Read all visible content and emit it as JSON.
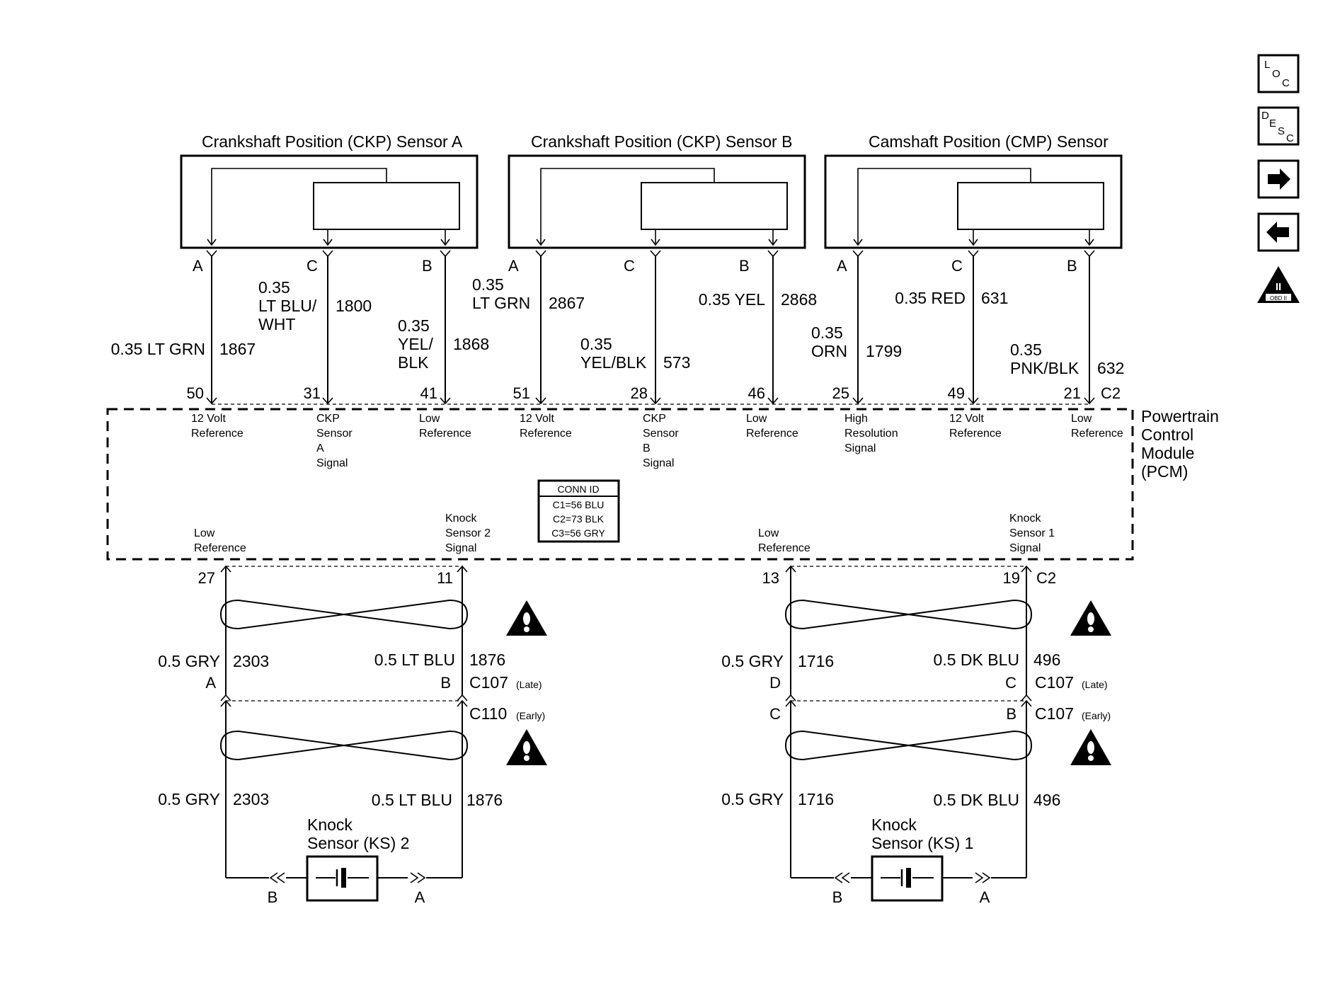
{
  "sensors": [
    {
      "id": "ckp-a",
      "title": "Crankshaft Position (CKP) Sensor A",
      "wires": [
        {
          "pin": "A",
          "gauge_lines": [
            "0.35 LT GRN"
          ],
          "circuit": "1867",
          "pcm_pin": "50",
          "pcm_label": [
            "12 Volt",
            "Reference"
          ]
        },
        {
          "pin": "C",
          "gauge_lines": [
            "0.35",
            "LT BLU/",
            "WHT"
          ],
          "circuit": "1800",
          "pcm_pin": "31",
          "pcm_label": [
            "CKP",
            "Sensor",
            "A",
            "Signal"
          ]
        },
        {
          "pin": "B",
          "gauge_lines": [
            "0.35",
            "YEL/",
            "BLK"
          ],
          "circuit": "1868",
          "pcm_pin": "41",
          "pcm_label": [
            "Low",
            "Reference"
          ]
        }
      ]
    },
    {
      "id": "ckp-b",
      "title": "Crankshaft Position (CKP) Sensor B",
      "wires": [
        {
          "pin": "A",
          "gauge_lines": [
            "0.35",
            "LT GRN"
          ],
          "circuit": "2867",
          "pcm_pin": "51",
          "pcm_label": [
            "12 Volt",
            "Reference"
          ]
        },
        {
          "pin": "C",
          "gauge_lines": [
            "0.35",
            "YEL/BLK"
          ],
          "circuit": "573",
          "pcm_pin": "28",
          "pcm_label": [
            "CKP",
            "Sensor",
            "B",
            "Signal"
          ]
        },
        {
          "pin": "B",
          "gauge_lines": [
            "0.35 YEL"
          ],
          "circuit": "2868",
          "pcm_pin": "46",
          "pcm_label": [
            "Low",
            "Reference"
          ]
        }
      ]
    },
    {
      "id": "cmp",
      "title": "Camshaft Position (CMP) Sensor",
      "wires": [
        {
          "pin": "A",
          "gauge_lines": [
            "0.35",
            "ORN"
          ],
          "circuit": "1799",
          "pcm_pin": "25",
          "pcm_label": [
            "High",
            "Resolution",
            "Signal"
          ]
        },
        {
          "pin": "C",
          "gauge_lines": [
            "0.35 RED"
          ],
          "circuit": "631",
          "pcm_pin": "49",
          "pcm_label": [
            "12 Volt",
            "Reference"
          ]
        },
        {
          "pin": "B",
          "gauge_lines": [
            "0.35",
            "PNK/BLK"
          ],
          "circuit": "632",
          "pcm_pin": "21",
          "pcm_label": [
            "Low",
            "Reference"
          ]
        }
      ]
    }
  ],
  "pcm": {
    "name_lines": [
      "Powertrain",
      "Control",
      "Module",
      "(PCM)"
    ],
    "connector_top": "C2",
    "connector_bottom": "C2",
    "conn_id": {
      "header": "CONN ID",
      "rows": [
        "C1=56 BLU",
        "C2=73 BLK",
        "C3=56 GRY"
      ]
    },
    "bottom_labels": [
      {
        "lines": [
          "Low",
          "Reference"
        ],
        "pin": "27"
      },
      {
        "lines": [
          "Knock",
          "Sensor 2",
          "Signal"
        ],
        "pin": "11"
      },
      {
        "lines": [
          "Low",
          "Reference"
        ],
        "pin": "13"
      },
      {
        "lines": [
          "Knock",
          "Sensor 1",
          "Signal"
        ],
        "pin": "19"
      }
    ]
  },
  "knock_sensors": [
    {
      "id": "ks2",
      "name_lines": [
        "Knock",
        "Sensor (KS) 2"
      ],
      "left_wire": {
        "gauge": "0.5 GRY",
        "circuit": "2303"
      },
      "right_wire": {
        "gauge": "0.5 LT BLU",
        "circuit": "1876"
      },
      "upper_conn": {
        "left_pin": "A",
        "right_pin": "B",
        "name": "C107",
        "note": "(Late)"
      },
      "lower_conn": {
        "left_pin": "",
        "right_pin": "",
        "name": "C110",
        "note": "(Early)"
      },
      "sensor_pins": {
        "left": "B",
        "right": "A"
      }
    },
    {
      "id": "ks1",
      "name_lines": [
        "Knock",
        "Sensor (KS) 1"
      ],
      "left_wire": {
        "gauge": "0.5 GRY",
        "circuit": "1716"
      },
      "right_wire": {
        "gauge": "0.5 DK BLU",
        "circuit": "496"
      },
      "upper_conn": {
        "left_pin": "D",
        "right_pin": "C",
        "name": "C107",
        "note": "(Late)"
      },
      "lower_conn": {
        "left_pin": "C",
        "right_pin": "B",
        "name": "C107",
        "note": "(Early)"
      },
      "sensor_pins": {
        "left": "B",
        "right": "A"
      }
    }
  ],
  "nav": {
    "loc": [
      "L",
      "O",
      "C"
    ],
    "desc": [
      "D",
      "E",
      "S",
      "C"
    ],
    "next_icon": "arrow-right-icon",
    "prev_icon": "arrow-left-icon",
    "obd": {
      "numeral": "II",
      "label": "OBD II"
    }
  }
}
